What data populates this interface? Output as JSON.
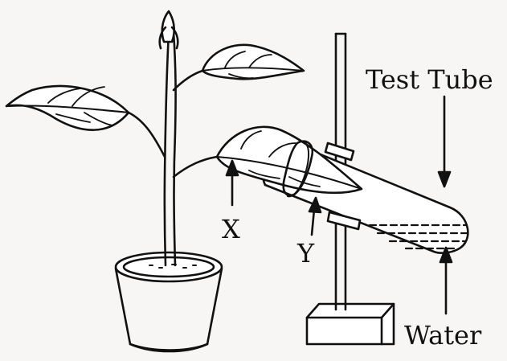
{
  "labels": {
    "test_tube": "Test Tube",
    "water": "Water",
    "x": "X",
    "y": "Y"
  },
  "colors": {
    "ink": "#111111",
    "paper": "#f7f6f4"
  }
}
